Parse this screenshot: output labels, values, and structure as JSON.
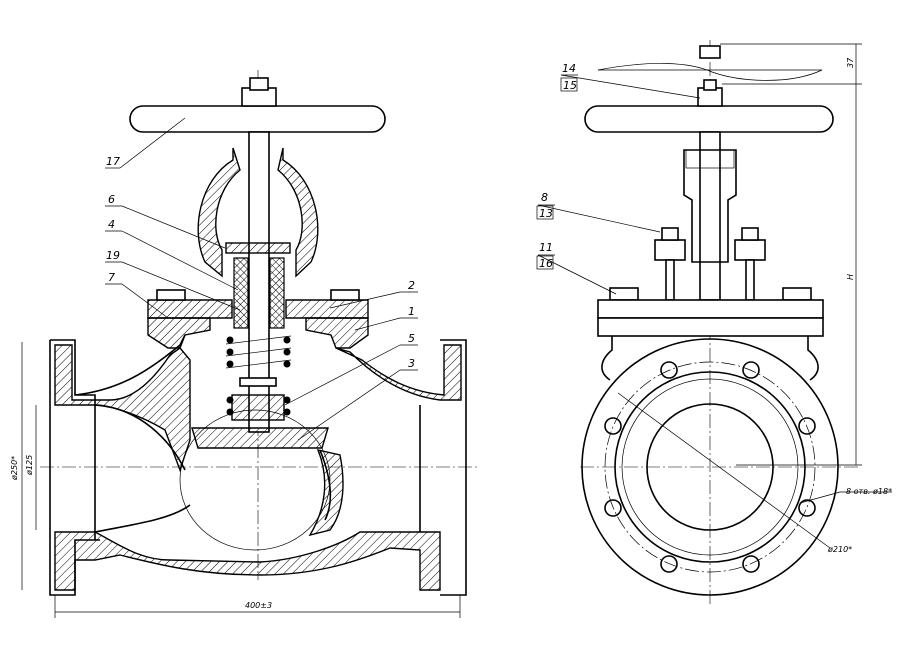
{
  "drawing": {
    "title": "",
    "part_labels": {
      "p17": "17",
      "p6": "6",
      "p4": "4",
      "p19": "19",
      "p7": "7",
      "p2": "2",
      "p1": "1",
      "p5": "5",
      "p3": "3",
      "p14": "14",
      "p15": "15",
      "p8": "8",
      "p13": "13",
      "p11": "11",
      "p16": "16"
    },
    "dimensions": {
      "length": "400±3",
      "flange_dia": "ø250*",
      "bore_dia": "ø125",
      "bolt_circle": "ø210*",
      "holes": "8 отв. ø18*",
      "height": "H",
      "top_offset": "37"
    }
  }
}
